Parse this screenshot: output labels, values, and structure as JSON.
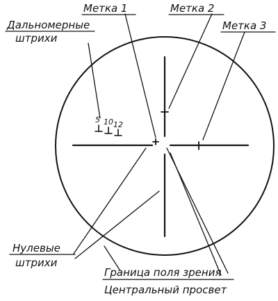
{
  "diagram": {
    "labels": {
      "mark1": "Метка 1",
      "mark2": "Метка 2",
      "mark3": "Метка 3",
      "range_line1": "Дальномерные",
      "range_line2": "штрихи",
      "zero_line1": "Нулевые",
      "zero_line2": "штрихи",
      "field_boundary": "Граница поля зрения",
      "central_gap": "Центральный просвет"
    },
    "range_ticks": [
      "5",
      "10",
      "12"
    ]
  }
}
